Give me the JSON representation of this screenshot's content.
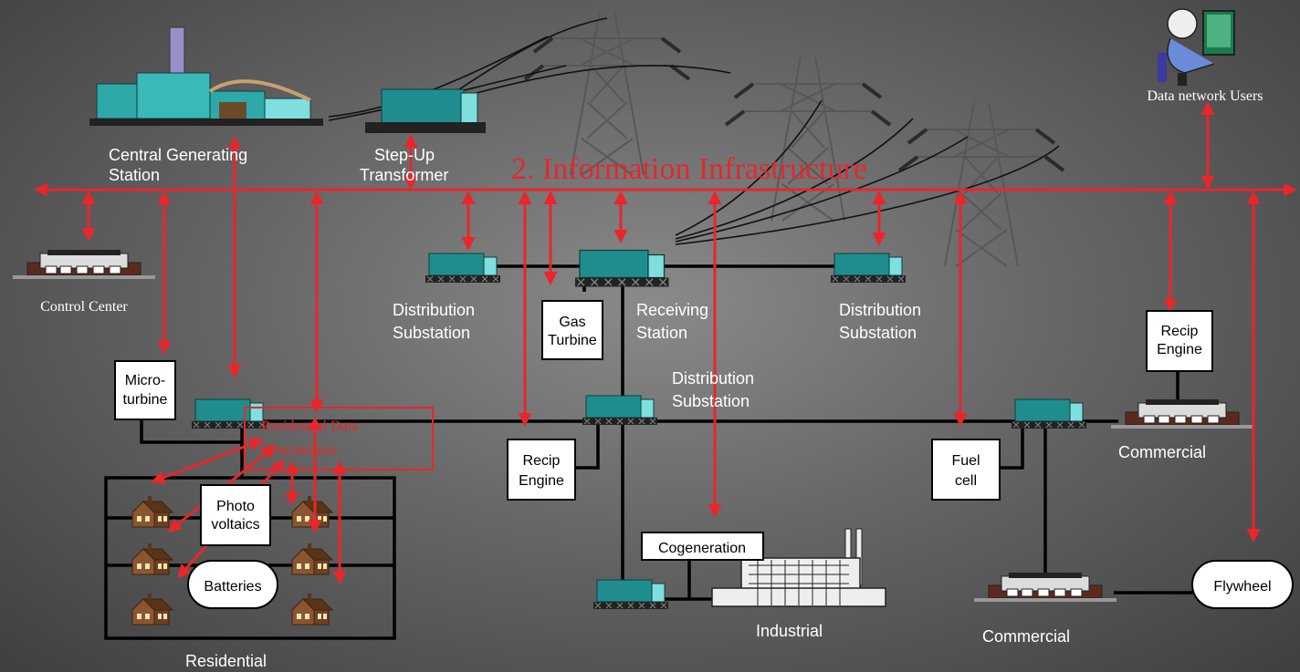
{
  "title": "2. Information Infrastructure",
  "labels": {
    "central_generating": [
      "Central Generating",
      "Station"
    ],
    "step_up": [
      "Step-Up",
      "Transformer"
    ],
    "data_users": "Data network Users",
    "control_center": "Control Center",
    "dist_sub_left": [
      "Distribution",
      "Substation"
    ],
    "receiving": [
      "Receiving",
      "Station"
    ],
    "dist_sub_right": [
      "Distribution",
      "Substation"
    ],
    "dist_sub_mid": [
      "Distribution",
      "Substation"
    ],
    "commercial_top": "Commercial",
    "commercial_bottom": "Commercial",
    "industrial": "Industrial",
    "residential": "Residential",
    "res_concentrator": [
      "Residential Data",
      "Concentrator"
    ]
  },
  "boxes": {
    "gas_turbine": [
      "Gas",
      "Turbine"
    ],
    "microturbine": [
      "Micro-",
      "turbine"
    ],
    "recip_engine_top": [
      "Recip",
      "Engine"
    ],
    "recip_engine_mid": [
      "Recip",
      "Engine"
    ],
    "fuel_cell": [
      "Fuel",
      "cell"
    ],
    "cogeneration": "Cogeneration",
    "photovoltaics": [
      "Photo",
      "voltaics"
    ],
    "batteries": "Batteries",
    "flywheel": "Flywheel"
  },
  "colors": {
    "info_network": "#e8262b",
    "equipment": "#2fa8a8",
    "house": "#7a4a2a",
    "background": "#6b6b6b"
  }
}
